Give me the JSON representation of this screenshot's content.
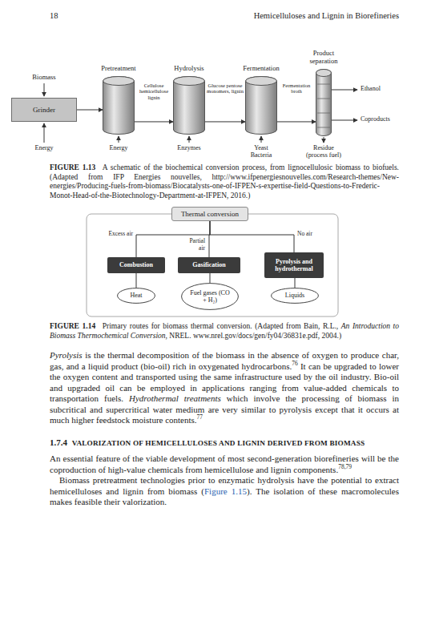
{
  "diagram": {
    "nodes": [
      {
        "text": [
          "Grinder"
        ]
      },
      {
        "text": [
          "Pretreatment"
        ]
      },
      {
        "text": [
          "Hydrolysis"
        ]
      },
      {
        "text": [
          "Fermentation"
        ]
      },
      {
        "text": [
          "Product separation"
        ]
      },
      {
        "text": [
          "Thermal conversion"
        ]
      },
      {
        "text": [
          "Combustion"
        ]
      },
      {
        "text": [
          "Gasification"
        ]
      },
      {
        "text": [
          "Pyrolysis and hydrothermal"
        ]
      },
      {
        "text": [
          "Heat"
        ]
      },
      {
        "text": [
          "Fuel gases (CO + H₂)"
        ]
      },
      {
        "text": [
          "Liquids"
        ]
      }
    ],
    "edges": [
      {
        "from": 0,
        "to": 1,
        "arrow": "to"
      },
      {
        "from": 1,
        "to": 2,
        "label": "Cellulose hemicellulose lignin",
        "arrow": "to"
      },
      {
        "from": 2,
        "to": 3,
        "label": "Glucose pentose monomers, lignin",
        "arrow": "to"
      },
      {
        "from": 3,
        "to": 4,
        "label": "Fermentation broth",
        "arrow": "to"
      },
      {
        "from": 5,
        "to": 6,
        "label": "Excess air",
        "arrow": "none"
      },
      {
        "from": 5,
        "to": 7,
        "label": "Partial air",
        "arrow": "none"
      },
      {
        "from": 5,
        "to": 8,
        "label": "No air",
        "arrow": "none"
      },
      {
        "from": 6,
        "to": 9,
        "arrow": "none"
      },
      {
        "from": 7,
        "to": 10,
        "arrow": "none"
      },
      {
        "from": 8,
        "to": 11,
        "arrow": "none"
      }
    ],
    "labels": [
      "18",
      "Hemicelluloses and Lignin in Biorefineries",
      "Biomass",
      "Energy",
      "Energy",
      "Enzymes",
      "Yeast Bacteria",
      "Residue (process fuel)",
      "Ethanol",
      "Coproducts",
      "FIGURE 1.13",
      "A schematic of the biochemical conversion process, from lignocellulosic biomass to biofuels. (Adapted from IFP Energies nouvelles, http://www.ifpenergiesnouvelles.com/Research-themes/New-energies/Producing-fuels-from-biomass/Biocatalysts-one-of-IFPEN-s-expertise-field-Questions-to-Frederic-Monot-Head-of-the-Biotechnology-Department-at-IFPEN, 2016.)",
      "FIGURE 1.14",
      "Primary routes for biomass thermal conversion. (Adapted from Bain, R.L.,",
      "An Introduction to Biomass Thermochemical Conversion",
      ", NREL. www.nrel.gov/docs/gen/fy04/36831e.pdf, 2004.)",
      "Pyrolysis",
      "is the thermal decomposition of the biomass in the absence of oxygen to produce char, gas, and a liquid product (bio-oil) rich in oxygenated hydrocarbons.",
      "76",
      "It can be upgraded to lower the oxygen content and transported using the same infrastructure used by the oil industry. Bio-oil and upgraded oil can be employed in applications ranging from value-added chemicals to transportation fuels.",
      "Hydrothermal treatments",
      "which involve the processing of biomass in subcritical and supercritical water medium are very similar to pyrolysis except that it occurs at much higher feedstock moisture contents.",
      "77",
      "1.7.4",
      "VALORIZATION OF HEMICELLULOSES AND LIGNIN DERIVED FROM BIOMASS",
      "An essential feature of the viable development of most second-generation biorefineries will be the coproduction of high-value chemicals from hemicellulose and lignin components.",
      "78,79",
      "Biomass pretreatment technologies prior to enzymatic hydrolysis have the potential to extract hemicelluloses and lignin from biomass (",
      "Figure 1.15",
      "). The isolation of these macromolecules makes feasible their valorization."
    ]
  }
}
